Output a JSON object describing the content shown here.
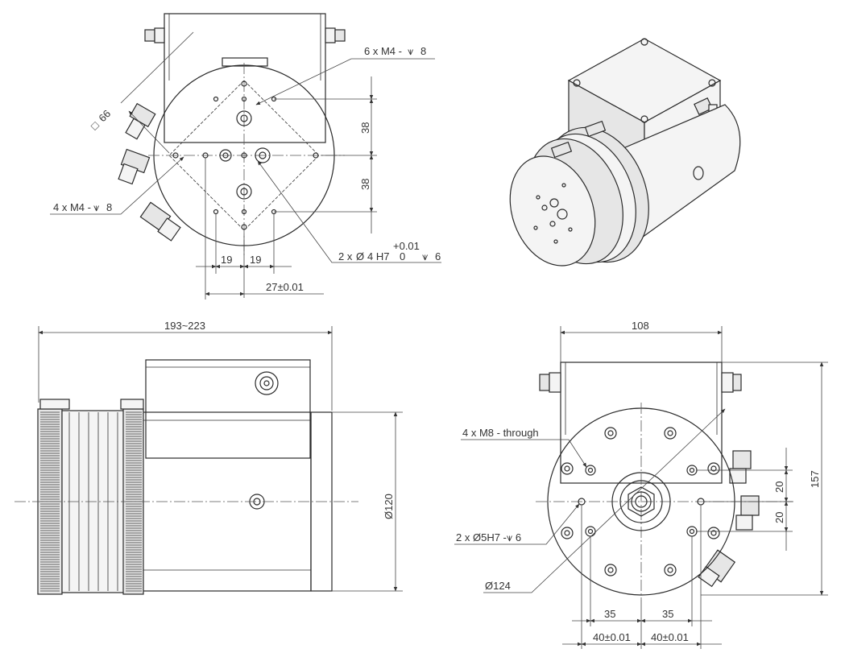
{
  "top_view": {
    "label_holes_top": "6 x M4 -",
    "depth_top": "8",
    "label_holes_left": "4 x M4 -",
    "depth_left": "8",
    "square": "66",
    "dim_38a": "38",
    "dim_38b": "38",
    "dim_19a": "19",
    "dim_19b": "19",
    "dim_27": "27±0.01",
    "pin_label": "2 x",
    "pin_size": "4 H7",
    "tol_upper": "+0.01",
    "tol_lower": "0",
    "pin_depth": "6"
  },
  "side_view": {
    "dim_length": "193~223",
    "dim_dia": "120"
  },
  "front_view": {
    "dim_width": "108",
    "dim_height": "157",
    "label_through": "4 x M8 - through",
    "label_pin": "2 x",
    "pin_size": "5H7 -",
    "pin_depth": "6",
    "dim_dia": "124",
    "dim_20a": "20",
    "dim_20b": "20",
    "dim_35a": "35",
    "dim_35b": "35",
    "dim_40a": "40±0.01",
    "dim_40b": "40±0.01"
  },
  "symbols": {
    "diameter": "Ø",
    "depth": "⩛",
    "square": "□"
  }
}
